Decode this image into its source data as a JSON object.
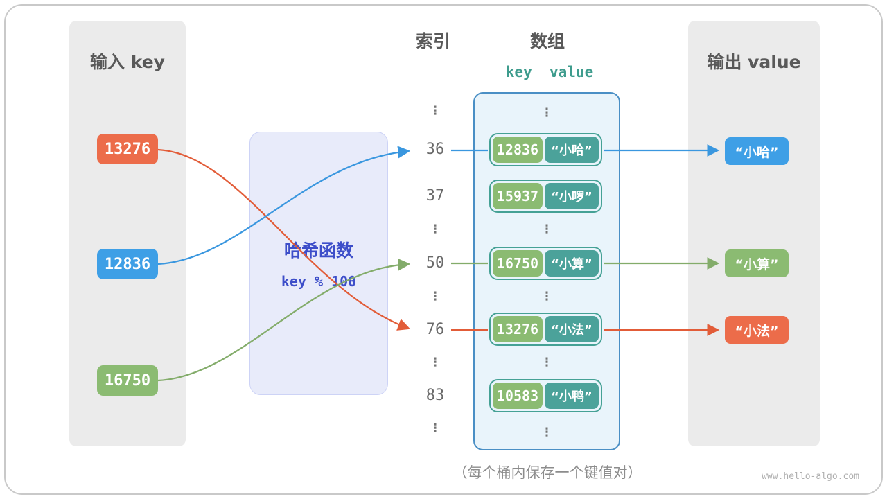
{
  "colors": {
    "orange": "#ec6c4a",
    "blue": "#3e9fe6",
    "green": "#8bbb72",
    "teal": "#4ba29a",
    "indigo": "#3d4ec9",
    "bucket_border": "#4a8fc5",
    "panel_gray": "#ebebeb"
  },
  "input_panel": {
    "title": "输入 key",
    "keys": [
      {
        "label": "13276",
        "color": "orange"
      },
      {
        "label": "12836",
        "color": "blue"
      },
      {
        "label": "16750",
        "color": "green"
      }
    ]
  },
  "hash": {
    "title": "哈希函数",
    "formula": "key % 100"
  },
  "index_column": {
    "title": "索引",
    "items": [
      "⋮",
      "36",
      "37",
      "⋮",
      "50",
      "⋮",
      "76",
      "⋮",
      "83",
      "⋮"
    ]
  },
  "array": {
    "title": "数组",
    "kv_header": "key  value",
    "dots": "⋮",
    "pairs": [
      {
        "key": "12836",
        "value": "“小哈”"
      },
      {
        "key": "15937",
        "value": "“小啰”"
      },
      {
        "key": "16750",
        "value": "“小算”"
      },
      {
        "key": "13276",
        "value": "“小法”"
      },
      {
        "key": "10583",
        "value": "“小鸭”"
      }
    ],
    "caption": "（每个桶内保存一个键值对）"
  },
  "output_panel": {
    "title": "输出 value",
    "values": [
      {
        "label": "“小哈”",
        "color": "blue"
      },
      {
        "label": "“小算”",
        "color": "green"
      },
      {
        "label": "“小法”",
        "color": "orange"
      }
    ]
  },
  "watermark": "www.hello-algo.com"
}
